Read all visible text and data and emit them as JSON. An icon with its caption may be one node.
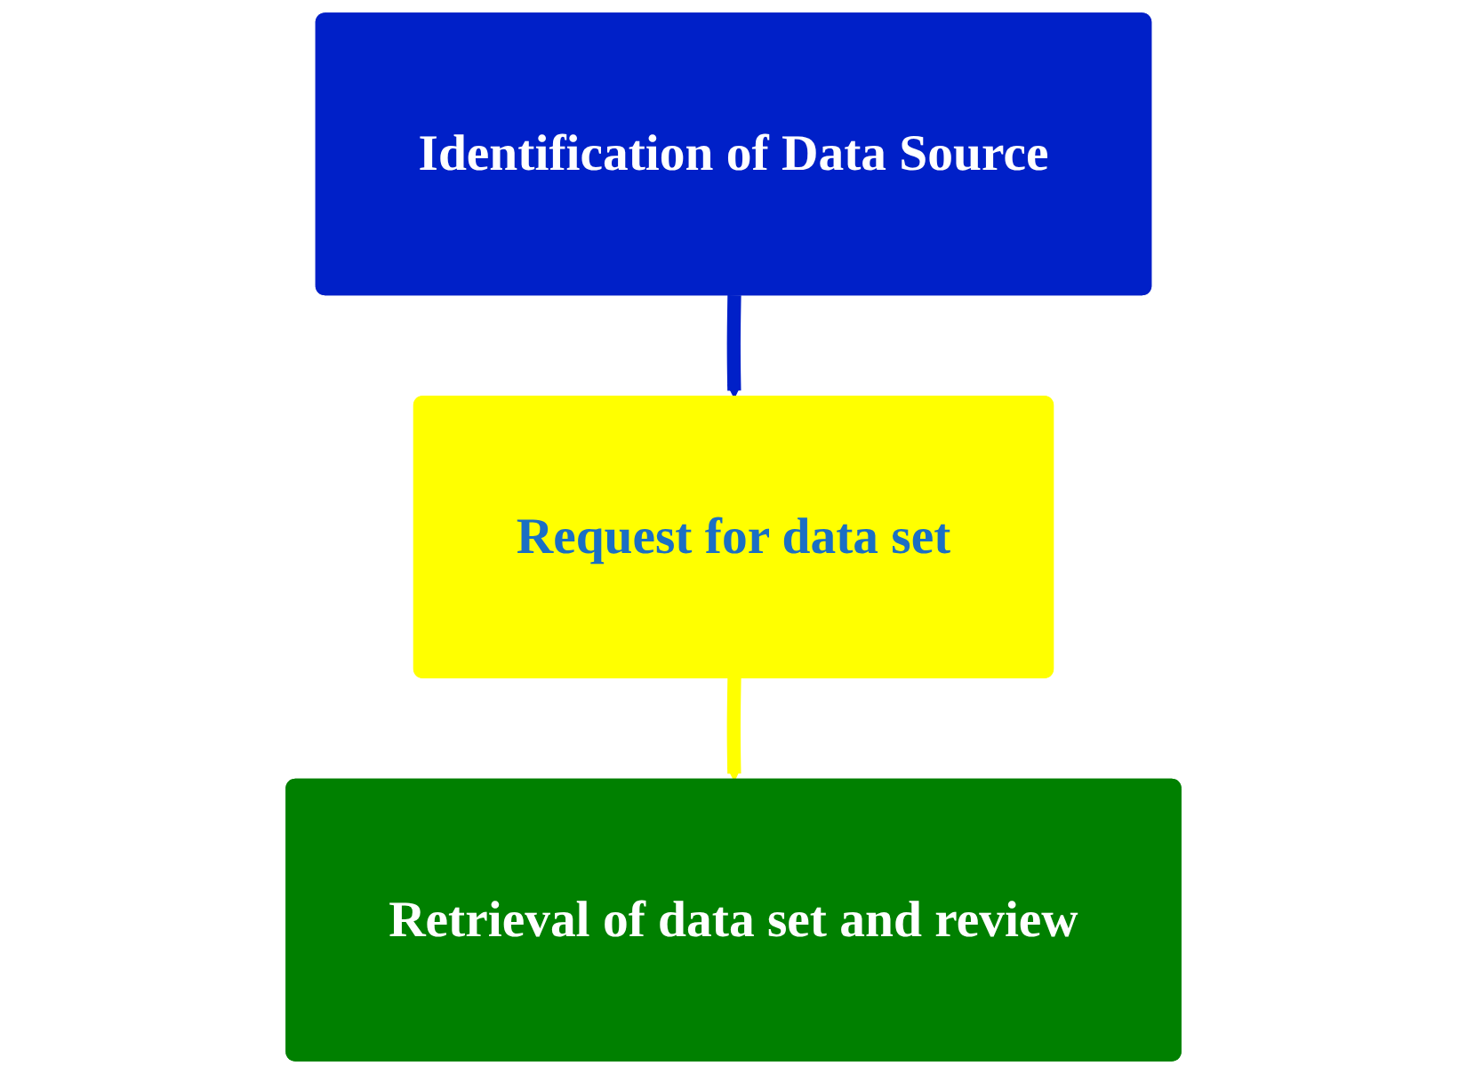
{
  "diagram": {
    "nodes": [
      {
        "text": [
          "Identification of Data Source"
        ]
      },
      {
        "text": [
          "Request for data set"
        ]
      },
      {
        "text": [
          "Retrieval of data set and review"
        ]
      }
    ],
    "edges": [
      {
        "from": 0,
        "to": 1,
        "arrow": "to",
        "color": "#0020c8"
      },
      {
        "from": 1,
        "to": 2,
        "arrow": "to",
        "color": "#ffff00"
      }
    ]
  }
}
